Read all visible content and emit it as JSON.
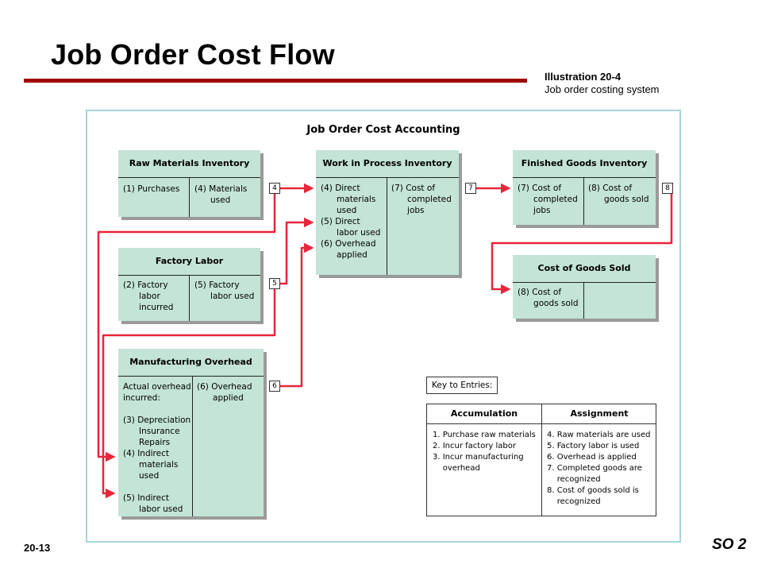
{
  "header": {
    "title": "Job Order Cost Flow",
    "illustration_number": "Illustration 20-4",
    "illustration_caption": "Job order costing system"
  },
  "footer": {
    "page_number": "20-13",
    "study_objective": "SO 2"
  },
  "diagram": {
    "title": "Job Order Cost Accounting",
    "accent_color": "#e8253a",
    "account_fill": "#c3e4d6",
    "accounts": {
      "raw_materials": {
        "name": "Raw Materials Inventory",
        "debit": "(1) Purchases",
        "credit": "(4) Materials\n      used"
      },
      "factory_labor": {
        "name": "Factory Labor",
        "debit": "(2) Factory\n      labor\n      incurred",
        "credit": "(5) Factory\n      labor used"
      },
      "manufacturing_overhead": {
        "name": "Manufacturing Overhead",
        "debit": "Actual overhead\nincurred:\n\n(3) Depreciation\n      Insurance\n      Repairs\n(4) Indirect\n      materials\n      used\n\n(5) Indirect\n      labor used",
        "credit": "(6) Overhead\n      applied"
      },
      "work_in_process": {
        "name": "Work in Process Inventory",
        "debit": "(4) Direct\n      materials\n      used\n(5) Direct\n      labor used\n(6) Overhead\n      applied",
        "credit": "(7) Cost of\n      completed\n      jobs"
      },
      "finished_goods": {
        "name": "Finished Goods Inventory",
        "debit": "(7) Cost of\n      completed\n      jobs",
        "credit": "(8) Cost of\n      goods sold"
      },
      "cost_of_goods_sold": {
        "name": "Cost of Goods Sold",
        "debit": "(8) Cost of\n      goods sold",
        "credit": ""
      }
    },
    "entry_markers": {
      "m4": "4",
      "m5": "5",
      "m6": "6",
      "m7": "7",
      "m8": "8"
    },
    "key": {
      "label": "Key to Entries:",
      "accumulation_header": "Accumulation",
      "assignment_header": "Assignment",
      "accumulation": [
        "1. Purchase raw materials",
        "2. Incur factory labor",
        "3. Incur manufacturing",
        "    overhead"
      ],
      "assignment": [
        "4. Raw materials are used",
        "5. Factory labor is used",
        "6. Overhead is applied",
        "7. Completed goods are",
        "    recognized",
        "8. Cost of goods sold is",
        "    recognized"
      ]
    }
  }
}
